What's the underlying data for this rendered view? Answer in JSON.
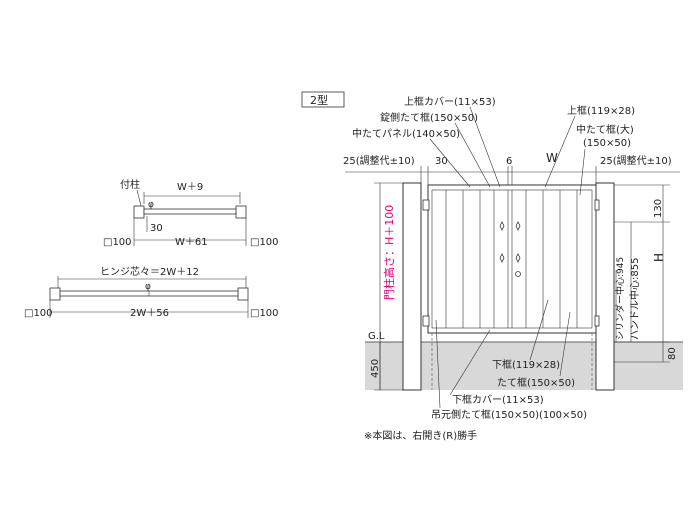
{
  "plan_views": {
    "top": {
      "post_label": "付柱",
      "width_top": "W＋9",
      "gap_label": "30",
      "width_bottom": "W＋61",
      "post_size_left": "□100",
      "post_size_right": "□100"
    },
    "bottom": {
      "hinge_label": "ヒンジ芯々＝2W＋12",
      "width_bottom": "2W＋56",
      "post_size_left": "□100",
      "post_size_right": "□100"
    }
  },
  "elevation": {
    "type_label": "2型",
    "top_frame_cover": "上框カバー(11×53)",
    "lock_stile": "錠側たて框(150×50)",
    "center_panel": "中たてパネル(140×50)",
    "top_frame": "上框(119×28)",
    "center_stile_big": "中たて框(大)",
    "center_stile_big_size": "(150×50)",
    "adjust_left": "25(調整代±10)",
    "dim_30": "30",
    "dim_6": "6",
    "dim_W": "W",
    "adjust_right": "25(調整代±10)",
    "post_height": "門柱高さ：H＋100",
    "dim_130": "130",
    "dim_H": "H",
    "handle_center": "ハンドル中心:855",
    "cylinder_center": "シリンダー中心:945",
    "gl_label": "G.L",
    "dim_450": "450",
    "dim_80": "80",
    "bottom_frame": "下框(119×28)",
    "stile": "たて框(150×50)",
    "bottom_frame_cover": "下框カバー(11×53)",
    "hinge_stile": "吊元側たて框(150×50)(100×50)",
    "note": "※本図は、右開き(R)勝手"
  },
  "colors": {
    "line": "#333333",
    "ground": "#d8d8d8",
    "accent_pink": "#e4007f"
  }
}
